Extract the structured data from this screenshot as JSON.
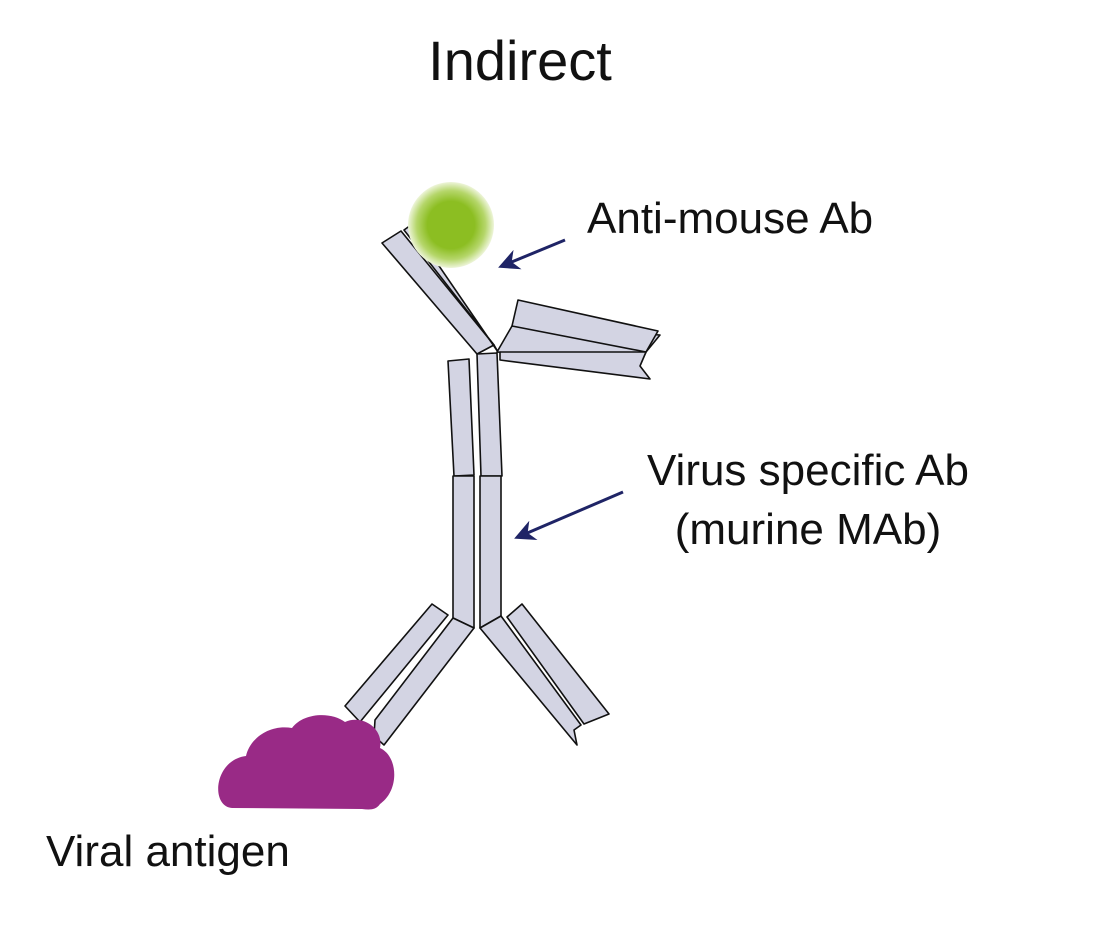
{
  "title": "Indirect",
  "labels": {
    "secondary_antibody": "Anti-mouse Ab",
    "primary_antibody_line1": "Virus specific Ab",
    "primary_antibody_line2": "(murine MAb)",
    "antigen": "Viral antigen"
  },
  "colors": {
    "antibody_fill": "#d3d4e3",
    "outline": "#111111",
    "arrow": "#1f2466",
    "label_dot": "#8cbe22",
    "antigen": "#992a86"
  }
}
